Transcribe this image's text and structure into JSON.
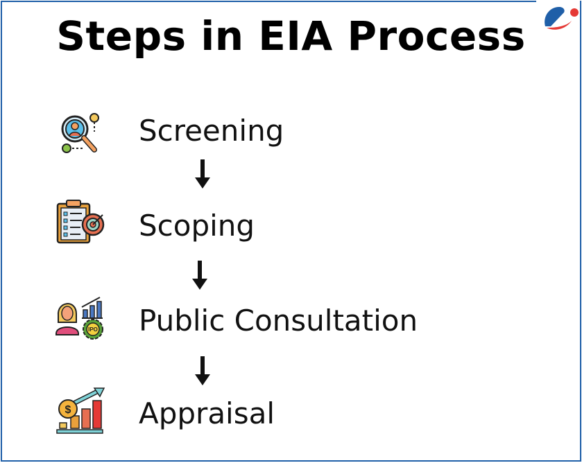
{
  "title": "Steps in EIA Process",
  "steps": [
    {
      "label": "Screening",
      "icon": "magnifier-people-icon"
    },
    {
      "label": "Scoping",
      "icon": "clipboard-target-icon"
    },
    {
      "label": "Public Consultation",
      "icon": "person-ipo-icon",
      "icon_text": "IPO"
    },
    {
      "label": "Appraisal",
      "icon": "coin-growth-chart-icon"
    }
  ],
  "colors": {
    "border": "#1f5fa8",
    "logo_blue": "#1f5fa8",
    "logo_red": "#e53935"
  }
}
